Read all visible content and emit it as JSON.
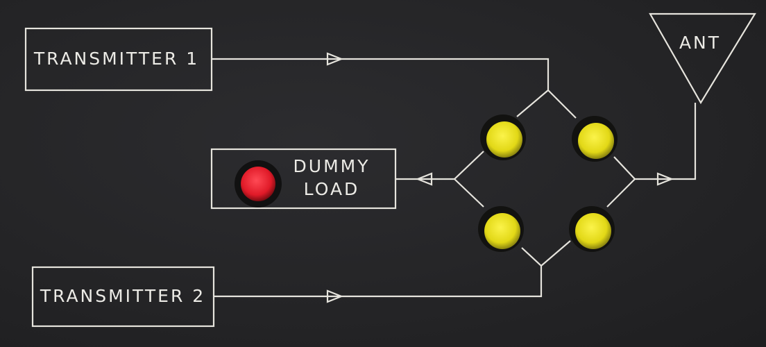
{
  "labels": {
    "transmitter_1": "TRANSMITTER 1",
    "transmitter_2": "TRANSMITTER 2",
    "dummy_load_line1": "DUMMY",
    "dummy_load_line2": "LOAD",
    "antenna": "ANT"
  },
  "indicators": [
    {
      "name": "dummy-load-indicator",
      "color": "#e0202a"
    },
    {
      "name": "switch-t1-dummy",
      "color": "#e9e21a"
    },
    {
      "name": "switch-t1-ant",
      "color": "#e9e21a"
    },
    {
      "name": "switch-t2-dummy",
      "color": "#e9e21a"
    },
    {
      "name": "switch-t2-ant",
      "color": "#e9e21a"
    }
  ],
  "colors": {
    "panel": "#252527",
    "line": "#e6e4dd"
  }
}
